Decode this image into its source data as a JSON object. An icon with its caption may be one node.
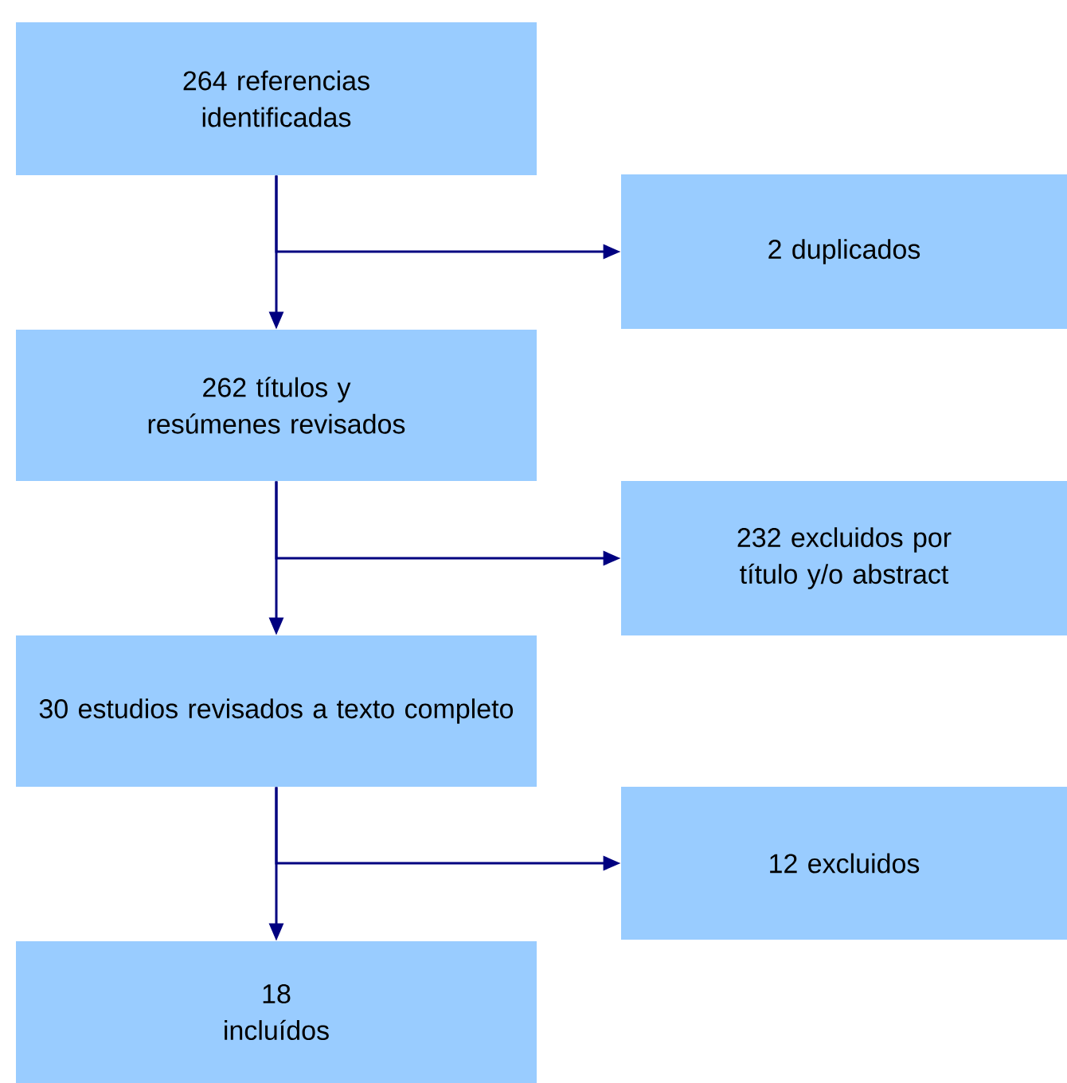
{
  "diagram": {
    "nodes": [
      {
        "text": [
          "264 referencias identificadas"
        ]
      },
      {
        "text": [
          "2 duplicados"
        ]
      },
      {
        "text": [
          "262 títulos y resúmenes revisados"
        ]
      },
      {
        "text": [
          "232 excluidos por título y/o abstract"
        ]
      },
      {
        "text": [
          "30 estudios revisados a texto completo"
        ]
      },
      {
        "text": [
          "12 excluidos"
        ]
      },
      {
        "text": [
          "18 incluídos"
        ]
      }
    ],
    "edges": [
      {
        "from": 0,
        "to": 2,
        "arrow": "to"
      },
      {
        "from": 0,
        "to": 1,
        "arrow": "to"
      },
      {
        "from": 2,
        "to": 4,
        "arrow": "to"
      },
      {
        "from": 2,
        "to": 3,
        "arrow": "to"
      },
      {
        "from": 4,
        "to": 6,
        "arrow": "to"
      },
      {
        "from": 4,
        "to": 5,
        "arrow": "to"
      }
    ]
  }
}
